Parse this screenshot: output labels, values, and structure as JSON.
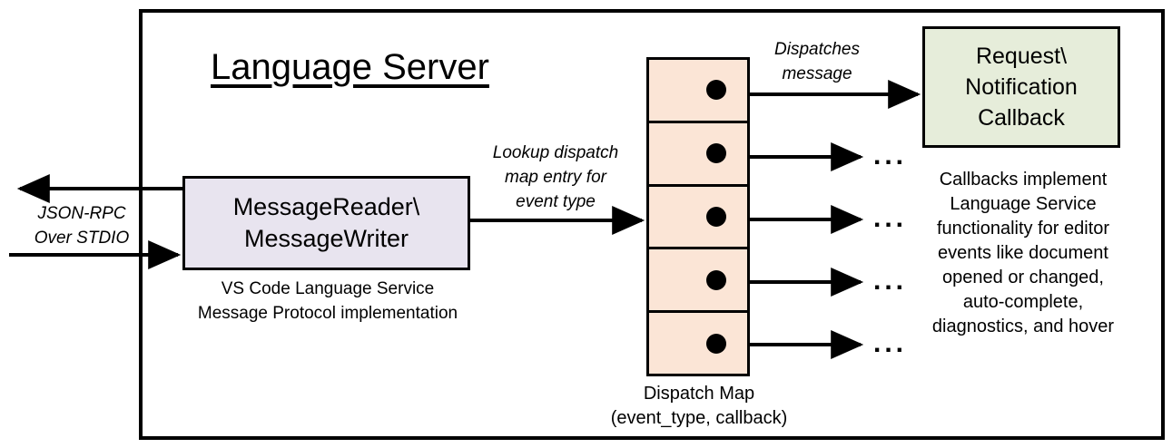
{
  "diagram": {
    "title": "Language Server",
    "frame_name": "language-server-boundary",
    "colors": {
      "reader_fill": "#E8E4EF",
      "map_fill": "#FBE5D6",
      "callback_fill": "#E6EDDA",
      "stroke": "#000000",
      "background": "#FFFFFF"
    }
  },
  "reader": {
    "line1": "MessageReader\\",
    "line2": "MessageWriter",
    "caption_line1": "VS Code Language Service",
    "caption_line2": "Message Protocol implementation"
  },
  "edges": {
    "rpc_line1": "JSON-RPC",
    "rpc_line2": "Over STDIO",
    "lookup_line1": "Lookup dispatch",
    "lookup_line2": "map entry for",
    "lookup_line3": "event type",
    "dispatch_line1": "Dispatches",
    "dispatch_line2": "message",
    "ellipsis": "..."
  },
  "dispatch_map": {
    "caption_line1": "Dispatch Map",
    "caption_line2": "(event_type, callback)",
    "row_count": 5,
    "rows": [
      {
        "index": 1,
        "has_dot": true,
        "target": "Request\\Notification Callback"
      },
      {
        "index": 2,
        "has_dot": true,
        "target": "..."
      },
      {
        "index": 3,
        "has_dot": true,
        "target": "..."
      },
      {
        "index": 4,
        "has_dot": true,
        "target": "..."
      },
      {
        "index": 5,
        "has_dot": true,
        "target": "..."
      }
    ]
  },
  "callback": {
    "line1": "Request\\",
    "line2": "Notification",
    "line3": "Callback",
    "caption_line1": "Callbacks implement",
    "caption_line2": "Language Service",
    "caption_line3": "functionality for editor",
    "caption_line4": "events like document",
    "caption_line5": "opened or changed,",
    "caption_line6": "auto-complete,",
    "caption_line7": "diagnostics, and hover"
  }
}
